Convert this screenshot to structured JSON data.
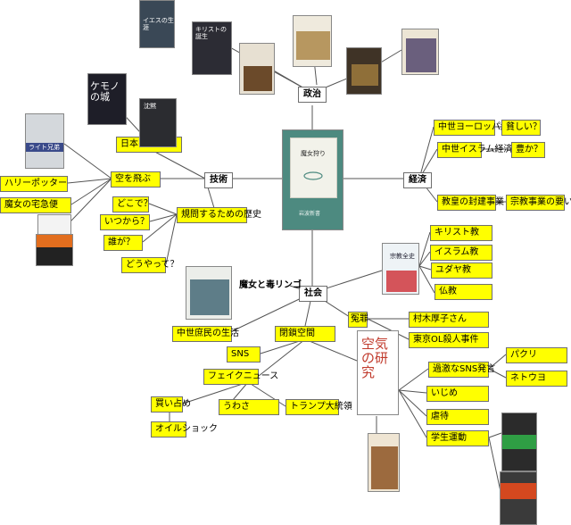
{
  "hubs": {
    "politics": "政治",
    "economy": "経済",
    "technology": "技術",
    "society": "社会"
  },
  "economy_items": {
    "medieval_europe": "中世ヨーロッパ経済",
    "islam": "中世イスラム経済",
    "poor": "貧しい？",
    "rich": "豊か？",
    "church": "教皇の封建事業",
    "religion_war": "宗教事業の要い"
  },
  "religions": [
    "キリスト教",
    "イスラム教",
    "ユダヤ教",
    "仏教"
  ],
  "tech_items": {
    "japanese_nation": "日本の規問",
    "fly_in_sky": "空を飛ぶ",
    "ritual_history": "規問するための歴史",
    "where": "どこで？",
    "from_when": "いつから？",
    "who": "誰が？",
    "how": "どうやって？",
    "harry_potter": "ハリーポッター",
    "witch_delivery": "魔女の宅急便"
  },
  "society_items": {
    "witch_apple": "魔女と毒リンゴ",
    "medieval_life": "中世庶民の生活",
    "false_accusation": "冤罪",
    "muraki": "村木厚子さん",
    "tokyo_ol": "東京OL殺人事件",
    "closed_space": "閉鎖空間",
    "sns": "SNS",
    "fake_news": "フェイクニュース",
    "hoarding": "買い占め",
    "oil_shock": "オイルショック",
    "rumor": "うわさ",
    "trump": "トランプ大統領",
    "extreme_sns": "過激なSNS発言",
    "bullying": "いじめ",
    "abuse": "虐待",
    "student_movement": "学生運動",
    "pakuri": "パクリ",
    "netouyo": "ネトウヨ"
  },
  "books": {
    "center": {
      "t1": "魔女狩り",
      "t2": "岩波新書"
    },
    "jesus": "イエスの生涯",
    "christ": "キリストの誕生",
    "kemono": "ケモノの城",
    "chinmoku": "沈黙",
    "wright": "ライト兄弟",
    "kuuki": "空気の研究",
    "shukyo": "宗教全史"
  }
}
